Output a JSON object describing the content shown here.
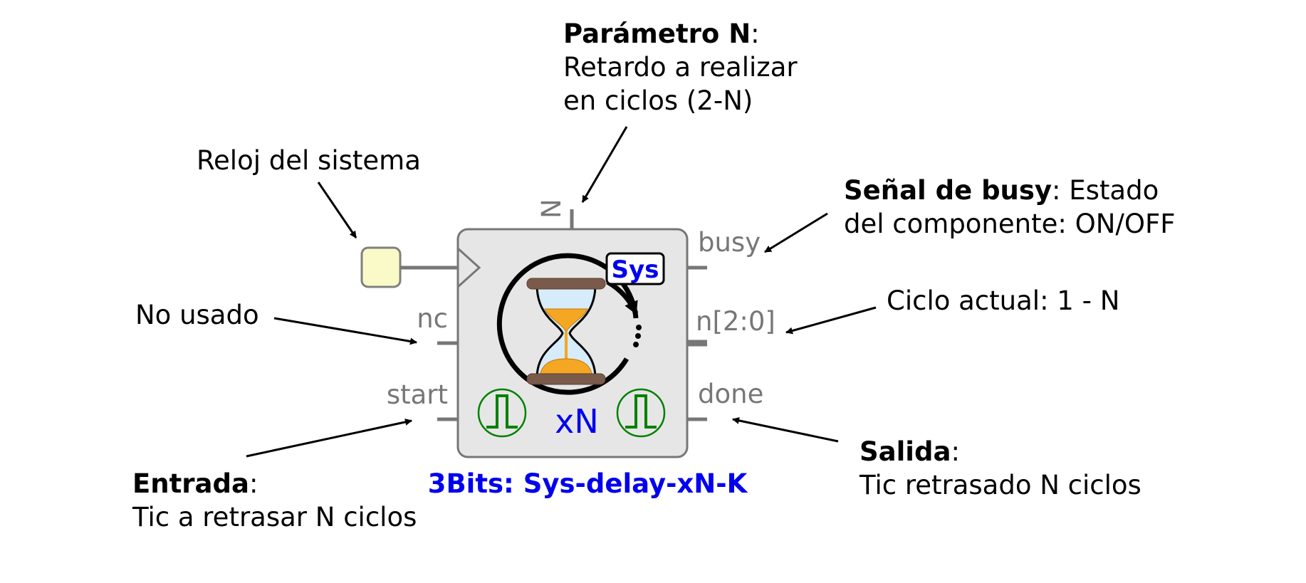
{
  "component": {
    "title": "3Bits: Sys-delay-xN-K",
    "badge": "Sys",
    "multiplier": "xN",
    "block_fill": "#e6e6e6",
    "clock_input_fill": "#fafac8",
    "label_color": "#777777",
    "title_color": "#0000ee",
    "pulse_icon_color": "#008000",
    "icon": "hourglass-icon"
  },
  "ports": {
    "param": "N",
    "nc": "nc",
    "start": "start",
    "busy": "busy",
    "n": "n[2:0]",
    "done": "done"
  },
  "annotations": {
    "clock": "Reloj del sistema",
    "param_bold": "Parámetro N",
    "param_colon": ":",
    "param_line2": "Retardo a realizar",
    "param_line3": "en ciclos (2-N)",
    "busy_bold": "Señal de busy",
    "busy_rest": ": Estado",
    "busy_line2": "del componente: ON/OFF",
    "n_text": "Ciclo actual: 1 - N",
    "nc_text": "No usado",
    "start_bold": "Entrada",
    "start_colon": ":",
    "start_line2": "Tic a retrasar N ciclos",
    "done_bold": "Salida",
    "done_colon": ":",
    "done_line2": "Tic retrasado N ciclos"
  }
}
